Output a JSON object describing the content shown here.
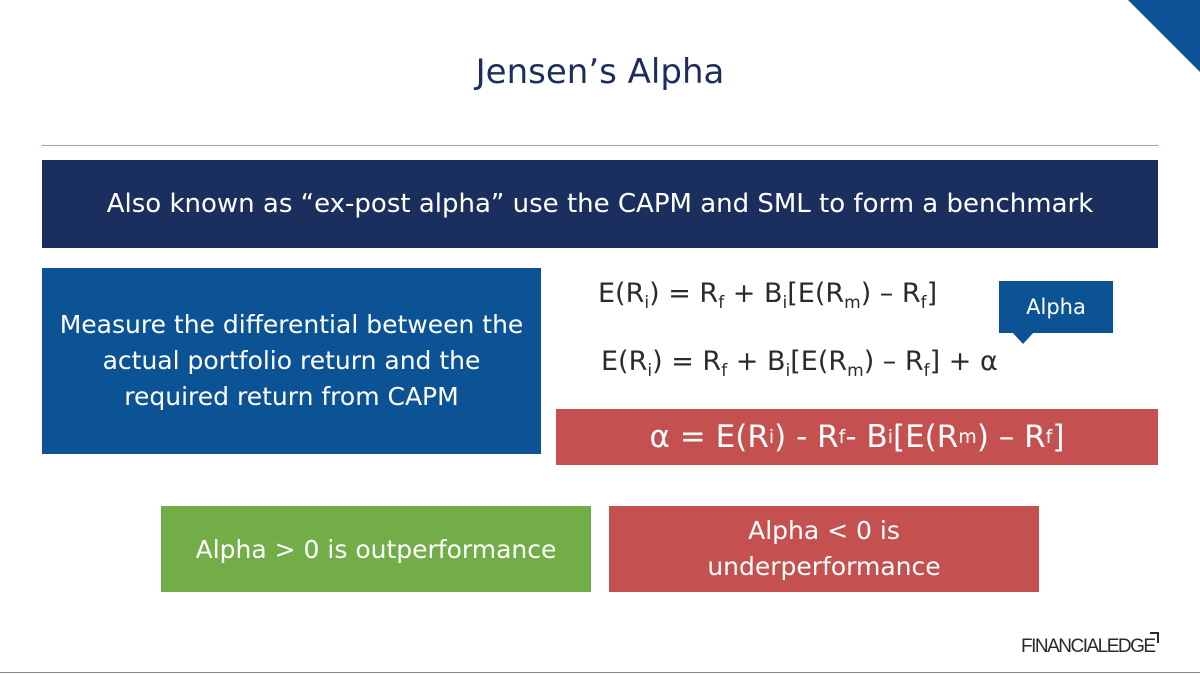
{
  "slide": {
    "title": "Jensen’s Alpha",
    "banner": "Also known as “ex-post alpha” use the CAPM and SML to form a benchmark",
    "description": "Measure the differential between the actual portfolio return and the required return from CAPM",
    "callout": "Alpha",
    "outperformance": "Alpha > 0 is outperformance",
    "underperformance_line1": "Alpha < 0 is",
    "underperformance_line2": "underperformance"
  },
  "equations": {
    "eq1": {
      "lhs_a": "E(R",
      "lhs_i": "i",
      "lhs_b": ") = R",
      "f1": "f",
      "plus_b": " + B",
      "bi": "i",
      "bracket": "[E(R",
      "m": "m",
      "minus": ") – R",
      "f2": "f",
      "close": "]"
    },
    "eq2": {
      "lhs_a": "E(R",
      "lhs_i": "i",
      "lhs_b": ") = R",
      "f1": "f",
      "plus_b": " + B",
      "bi": "i",
      "bracket": "[E(R",
      "m": "m",
      "minus": ") – R",
      "f2": "f",
      "close": "] + α"
    },
    "formula": {
      "start": "α = E(R",
      "i": "i",
      "mid": ") - R",
      "f1": "f",
      "b": " - B",
      "bi": "i",
      "bracket": "[E(R",
      "m": "m",
      "minus": ") – R",
      "f2": "f",
      "close": "]"
    }
  },
  "logo": {
    "text": "FINANCIALEDGE"
  },
  "colors": {
    "navy": "#1b2f5e",
    "blue": "#0c5396",
    "red": "#c55050",
    "green": "#72ad48",
    "title": "#1c2f5c"
  },
  "icons": {
    "corner": "corner-triangle-icon",
    "logo_mark": "logo-bracket-icon"
  }
}
